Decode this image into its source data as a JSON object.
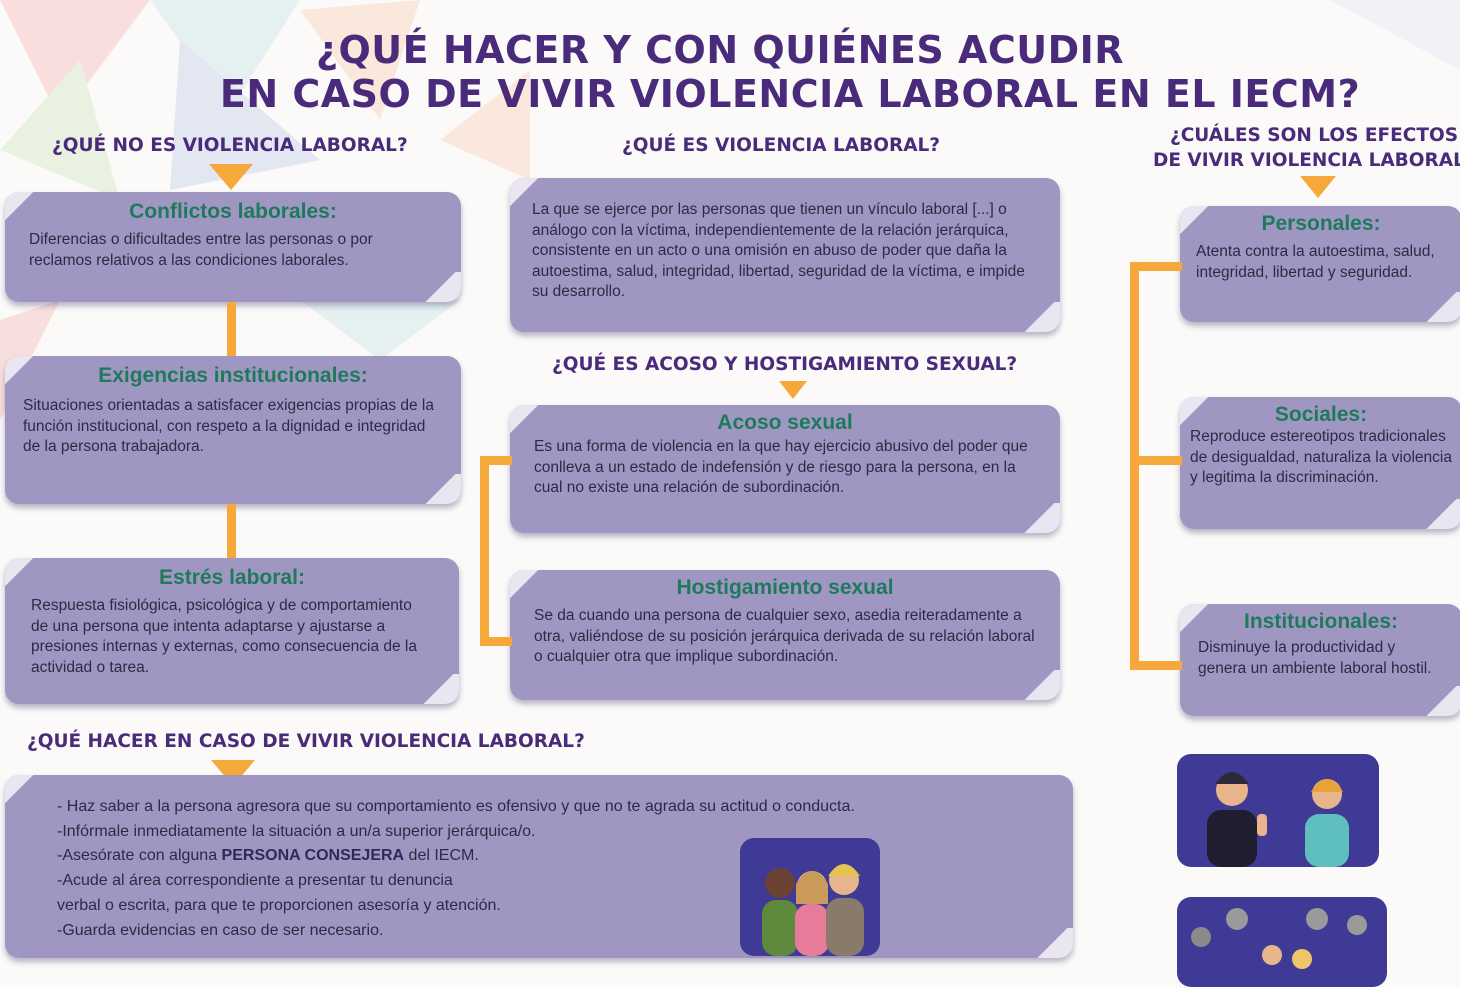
{
  "title": {
    "line1": "¿QUÉ HACER Y CON QUIÉNES ACUDIR",
    "line2": "EN CASO DE VIVIR VIOLENCIA LABORAL EN EL IECM?"
  },
  "left": {
    "heading": "¿QUÉ NO ES VIOLENCIA LABORAL?",
    "cards": [
      {
        "title": "Conflictos laborales:",
        "text": "Diferencias o dificultades entre las personas o por reclamos relativos a las condiciones laborales."
      },
      {
        "title": "Exigencias institucionales:",
        "text": "Situaciones orientadas a satisfacer exigencias propias de la función institucional, con respeto a la dignidad e integridad de la persona trabajadora."
      },
      {
        "title": "Estrés laboral:",
        "text": "Respuesta fisiológica, psicológica y de comportamiento de una persona que intenta adaptarse y ajustarse a presiones internas y externas, como consecuencia de la actividad o tarea."
      }
    ]
  },
  "middle": {
    "heading": "¿QUÉ ES VIOLENCIA LABORAL?",
    "definition": "La que se ejerce por las personas que tienen un vínculo laboral [...] o análogo con la víctima, independientemente de la relación jerárquica, consistente en un acto o una omisión en abuso de poder que daña la autoestima, salud, integridad, libertad, seguridad de la víctima, e impide su desarrollo.",
    "heading2": "¿QUÉ ES ACOSO Y HOSTIGAMIENTO SEXUAL?",
    "cards": [
      {
        "title": "Acoso sexual",
        "text": "Es una forma de violencia en la que hay ejercicio abusivo del poder que conlleva a un estado de indefensión y de riesgo para la persona, en la cual no existe una relación de subordinación."
      },
      {
        "title": "Hostigamiento sexual",
        "text": "Se da cuando una persona de cualquier sexo, asedia reiteradamente a otra, valiéndose de su posición jerárquica derivada de su relación laboral o cualquier otra que implique subordinación."
      }
    ]
  },
  "right": {
    "heading_line1": "¿CUÁLES SON LOS EFECTOS",
    "heading_line2": "DE VIVIR VIOLENCIA LABORAL",
    "cards": [
      {
        "title": "Personales:",
        "text": "Atenta contra la autoestima, salud, integridad, libertad y seguridad."
      },
      {
        "title": "Sociales:",
        "text": "Reproduce estereotipos tradicionales de desigualdad, naturaliza la violencia y legitima la discriminación."
      },
      {
        "title": "Institucionales:",
        "text": "Disminuye la productividad y genera un ambiente laboral hostil."
      }
    ]
  },
  "bottom": {
    "heading": "¿QUÉ HACER EN CASO DE VIVIR VIOLENCIA LABORAL?",
    "items": {
      "i1": "- Haz saber a la persona agresora que su comportamiento es ofensivo y que no te agrada su actitud o conducta.",
      "i2": "-Infórmale inmediatamente la situación a un/a superior jerárquica/o.",
      "i3_pre": "-Asesórate con alguna ",
      "i3_strong": "PERSONA CONSEJERA",
      "i3_post": " del IECM.",
      "i4a": "-Acude al área correspondiente a presentar tu denuncia",
      "i4b": "verbal o escrita, para que te proporcionen asesoría y atención.",
      "i5": "-Guarda evidencias en caso de ser necesario."
    }
  },
  "colors": {
    "card": "#9f97c2",
    "title_purple": "#4a2a7a",
    "card_title_green": "#1f7a5c",
    "connector_orange": "#f5a93a",
    "illustration_bg": "#3f3a96"
  }
}
